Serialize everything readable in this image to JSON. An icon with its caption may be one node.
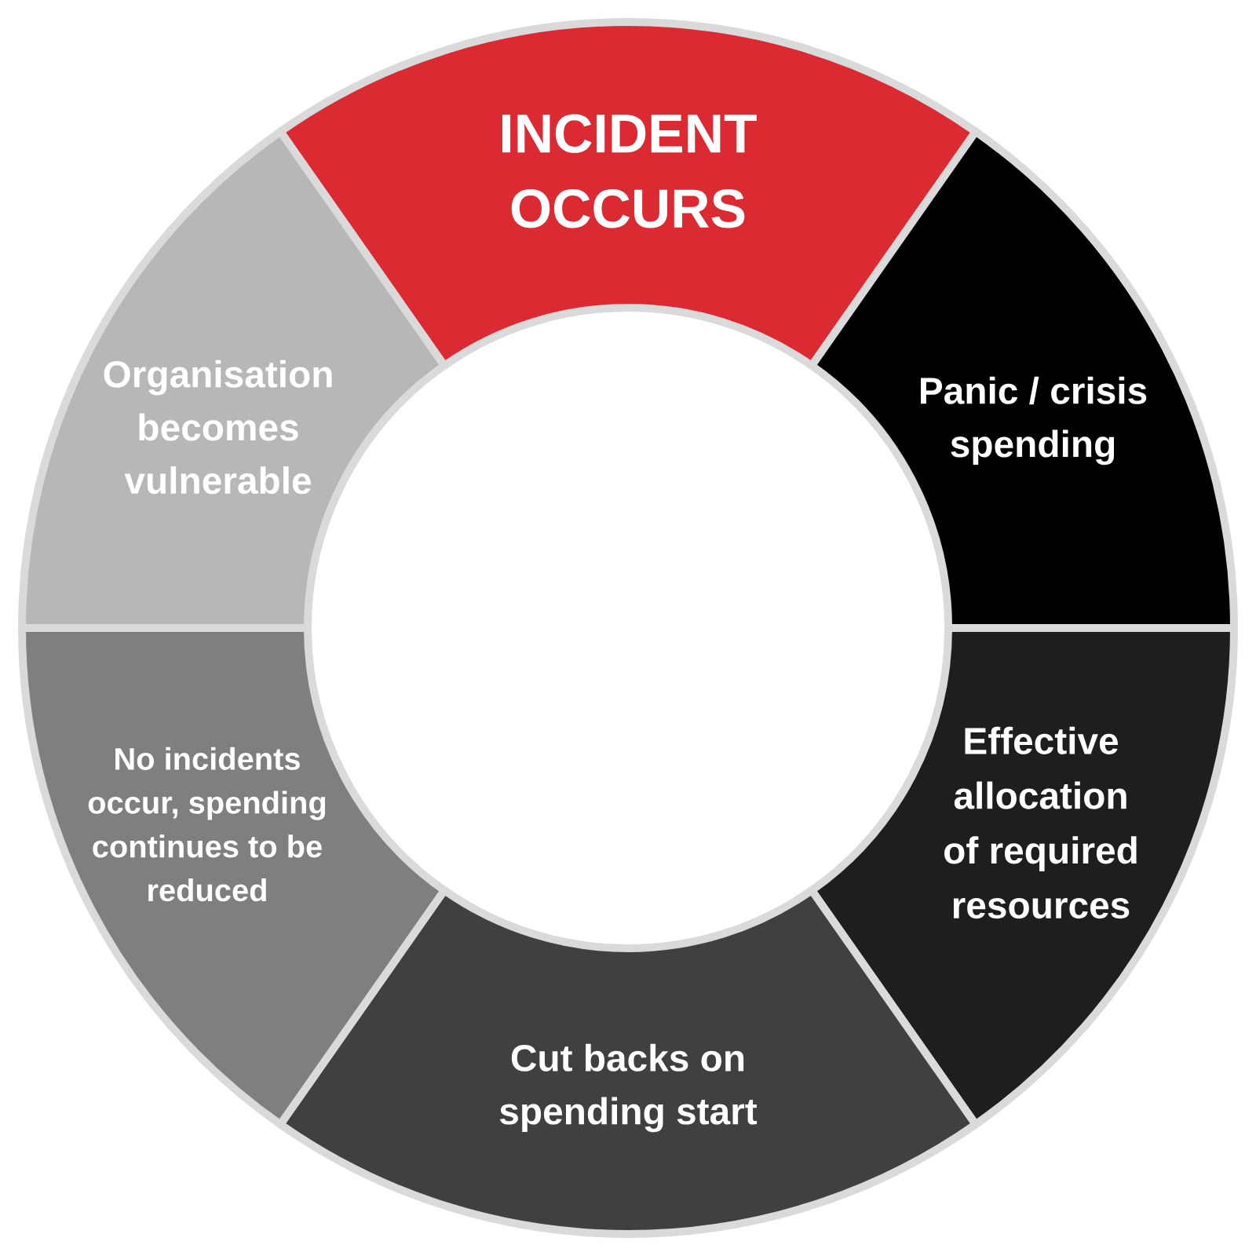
{
  "diagram": {
    "nodes": [
      {
        "text": [
          "INCIDENT OCCURS"
        ]
      },
      {
        "text": [
          "Panic / crisis spending"
        ]
      },
      {
        "text": [
          "Effective allocation of required resources"
        ]
      },
      {
        "text": [
          "Cut backs on spending start"
        ]
      },
      {
        "text": [
          "No incidents occur, spending continues to be reduced"
        ]
      },
      {
        "text": [
          "Organisation becomes vulnerable"
        ]
      }
    ]
  }
}
